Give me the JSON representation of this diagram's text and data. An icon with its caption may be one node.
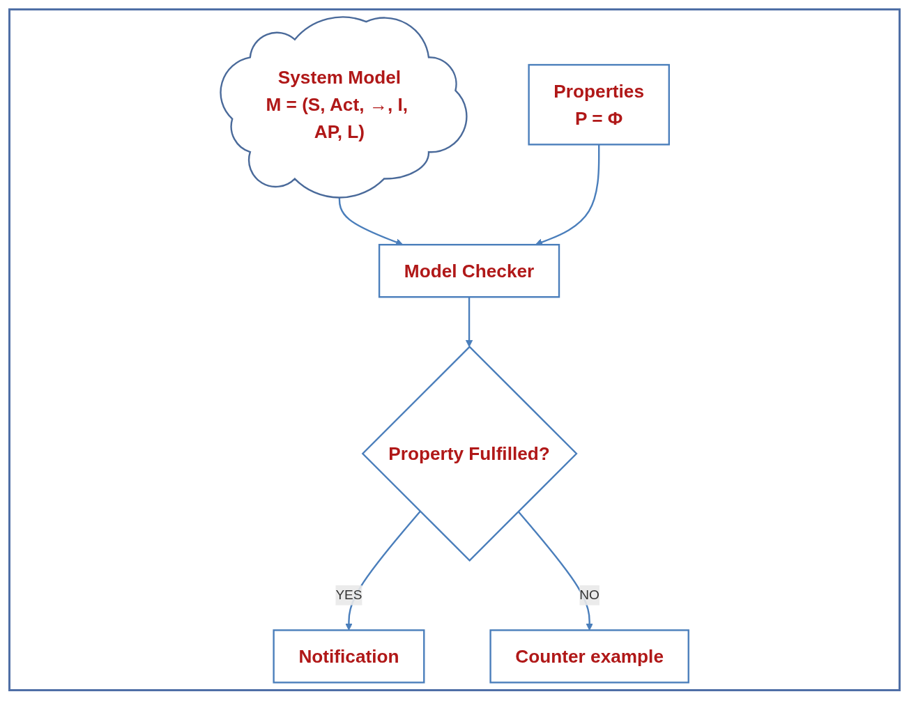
{
  "diagram": {
    "nodes": [
      {
        "text": [
          "System Model",
          "M = (S, Act, →, I, AP, L)"
        ]
      },
      {
        "text": [
          "Properties",
          "P = Φ"
        ]
      },
      {
        "text": [
          "Model Checker"
        ]
      },
      {
        "text": [
          "Property Fulfilled?"
        ]
      },
      {
        "text": [
          "Notification"
        ]
      },
      {
        "text": [
          "Counter example"
        ]
      }
    ],
    "edges": [
      {
        "from": 0,
        "to": 2,
        "arrow": "to"
      },
      {
        "from": 1,
        "to": 2,
        "arrow": "to"
      },
      {
        "from": 2,
        "to": 3,
        "arrow": "to"
      },
      {
        "from": 3,
        "to": 4,
        "label": "YES",
        "arrow": "to"
      },
      {
        "from": 3,
        "to": 5,
        "label": "NO",
        "arrow": "to"
      }
    ]
  }
}
